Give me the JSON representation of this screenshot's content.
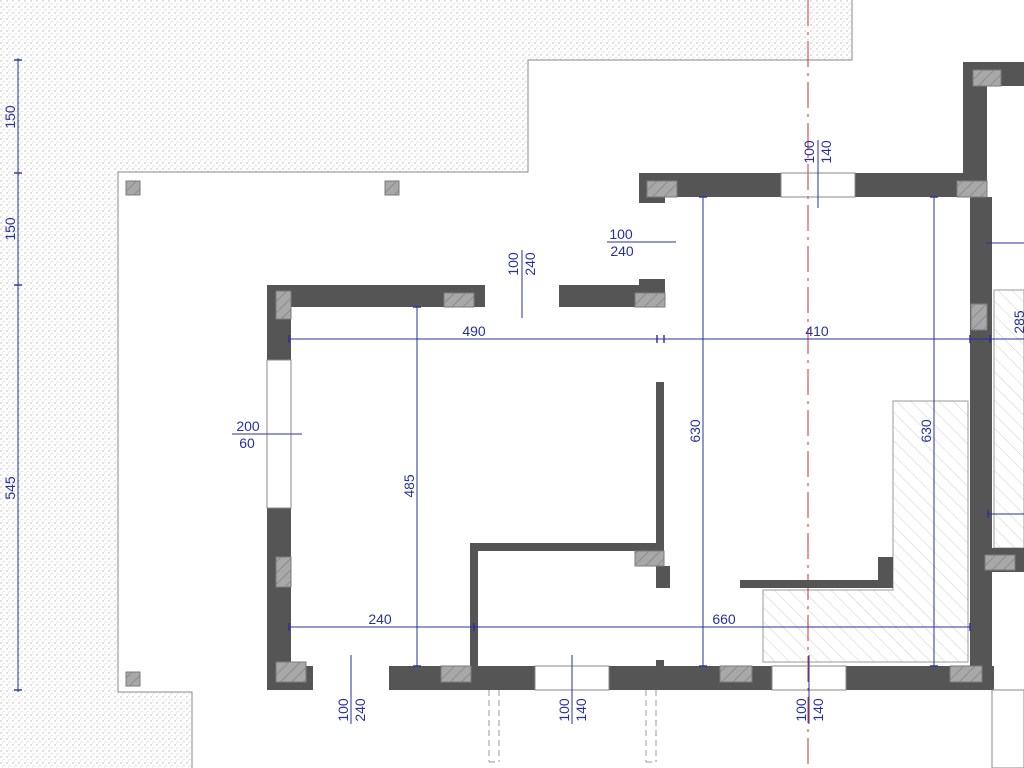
{
  "colors": {
    "dimension": "#2630a0",
    "wall": "#555555",
    "axis": "#d23030",
    "paving_fill": "#cfcfcf",
    "hatch": "#bdbdbd"
  },
  "left_dimensions": [
    {
      "label": "150"
    },
    {
      "label": "150"
    },
    {
      "label": "545"
    }
  ],
  "openings": [
    {
      "top": "100",
      "bottom": "140"
    },
    {
      "top": "100",
      "bottom": "240"
    },
    {
      "top": "100",
      "bottom": "240"
    },
    {
      "top": "200",
      "bottom": "60"
    },
    {
      "top": "100",
      "bottom": "240"
    },
    {
      "top": "100",
      "bottom": "140"
    },
    {
      "top": "100",
      "bottom": "140"
    }
  ],
  "horizontal_dimensions": [
    {
      "label": "490"
    },
    {
      "label": "410"
    },
    {
      "label": "240"
    },
    {
      "label": "660"
    }
  ],
  "vertical_dimensions": [
    {
      "label": "485"
    },
    {
      "label": "630"
    },
    {
      "label": "630"
    }
  ],
  "cut_labels": [
    {
      "label": "285"
    }
  ]
}
